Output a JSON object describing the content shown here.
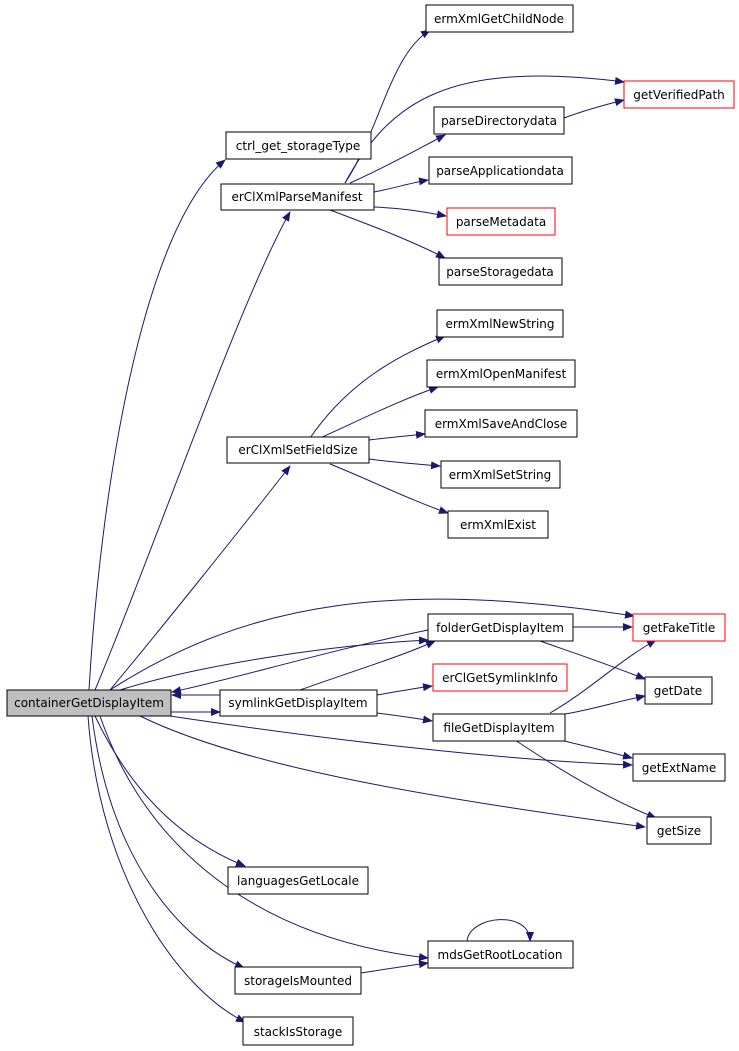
{
  "colors": {
    "edge": "#191970",
    "node_border": "#000000",
    "node_border_external": "#ff0000",
    "node_fill": "#ffffff",
    "root_fill": "#bfbfbf"
  },
  "nodes": {
    "containerGetDisplayItem": "containerGetDisplayItem",
    "ctrl_get_storageType": "ctrl_get_storageType",
    "erClXmlParseManifest": "erClXmlParseManifest",
    "ermXmlGetChildNode": "ermXmlGetChildNode",
    "getVerifiedPath": "getVerifiedPath",
    "parseDirectorydata": "parseDirectorydata",
    "parseApplicationdata": "parseApplicationdata",
    "parseMetadata": "parseMetadata",
    "parseStoragedata": "parseStoragedata",
    "ermXmlNewString": "ermXmlNewString",
    "ermXmlOpenManifest": "ermXmlOpenManifest",
    "erClXmlSetFieldSize": "erClXmlSetFieldSize",
    "ermXmlSaveAndClose": "ermXmlSaveAndClose",
    "ermXmlSetString": "ermXmlSetString",
    "ermXmlExist": "ermXmlExist",
    "folderGetDisplayItem": "folderGetDisplayItem",
    "getFakeTitle": "getFakeTitle",
    "erClGetSymlinkInfo": "erClGetSymlinkInfo",
    "symlinkGetDisplayItem": "symlinkGetDisplayItem",
    "getDate": "getDate",
    "fileGetDisplayItem": "fileGetDisplayItem",
    "getExtName": "getExtName",
    "getSize": "getSize",
    "languagesGetLocale": "languagesGetLocale",
    "mdsGetRootLocation": "mdsGetRootLocation",
    "storageIsMounted": "storageIsMounted",
    "stackIsStorage": "stackIsStorage"
  }
}
